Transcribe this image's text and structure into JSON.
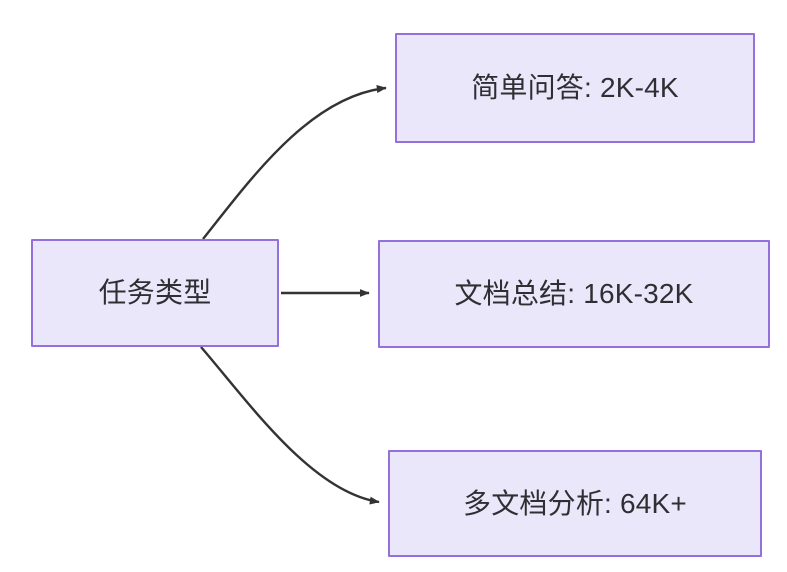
{
  "diagram": {
    "type": "flowchart",
    "direction": "left-to-right",
    "background_color": "#ffffff",
    "node_fill_color": "#eae7fa",
    "node_border_color": "#9370db",
    "node_text_color": "#2f2f33",
    "edge_color": "#333333",
    "root": {
      "id": "root",
      "label": "任务类型"
    },
    "branches": [
      {
        "id": "simple-qa",
        "label": "简单问答: 2K-4K",
        "edge_style": "curved",
        "arrowhead": "filled-triangle"
      },
      {
        "id": "doc-summary",
        "label": "文档总结: 16K-32K",
        "edge_style": "straight",
        "arrowhead": "filled-triangle"
      },
      {
        "id": "multi-doc",
        "label": "多文档分析: 64K+",
        "edge_style": "curved",
        "arrowhead": "filled-triangle"
      }
    ]
  }
}
